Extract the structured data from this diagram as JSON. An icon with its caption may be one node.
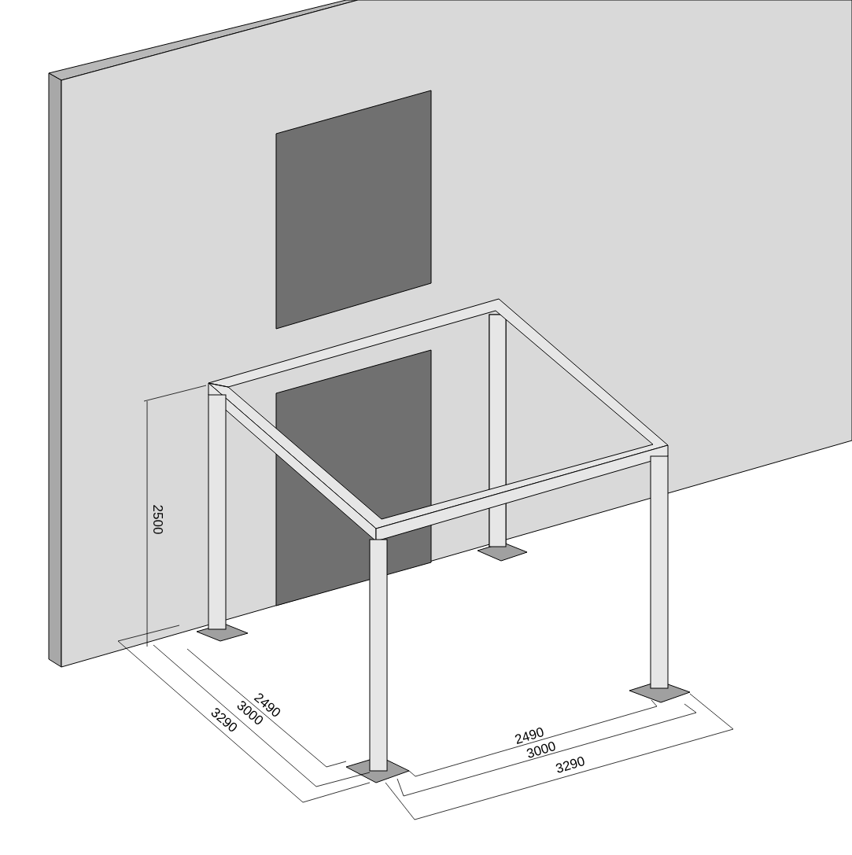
{
  "diagram": {
    "labels": [
      "2500",
      "2490",
      "3000",
      "3290",
      "2490",
      "3000",
      "3290"
    ]
  }
}
